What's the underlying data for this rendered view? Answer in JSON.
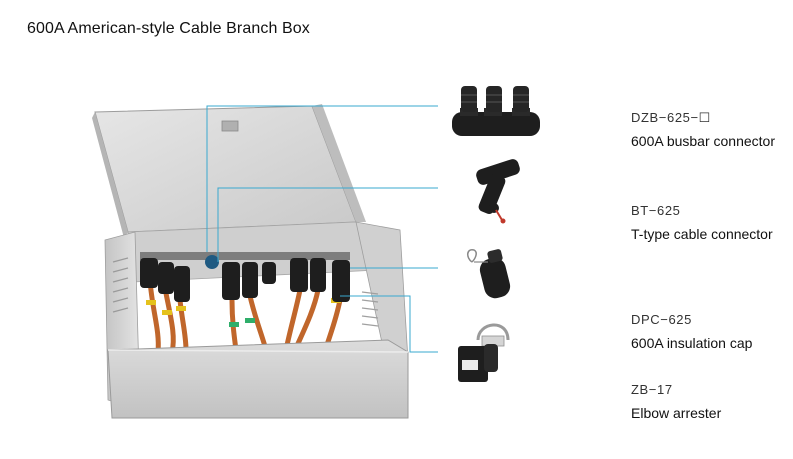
{
  "title": "600A American-style Cable Branch Box",
  "parts": [
    {
      "code": "DZB−625−☐",
      "name": "600A busbar connector"
    },
    {
      "code": "BT−625",
      "name": "T-type cable connector"
    },
    {
      "code": "DPC−625",
      "name": "600A insulation cap"
    },
    {
      "code": "ZB−17",
      "name": "Elbow arrester"
    }
  ],
  "colors": {
    "leader_line": "#39a8cf",
    "cabinet": "#d4d4d4",
    "connector": "#1e1e1e",
    "cable": "#c0662b",
    "tape": "#e5c21c"
  }
}
